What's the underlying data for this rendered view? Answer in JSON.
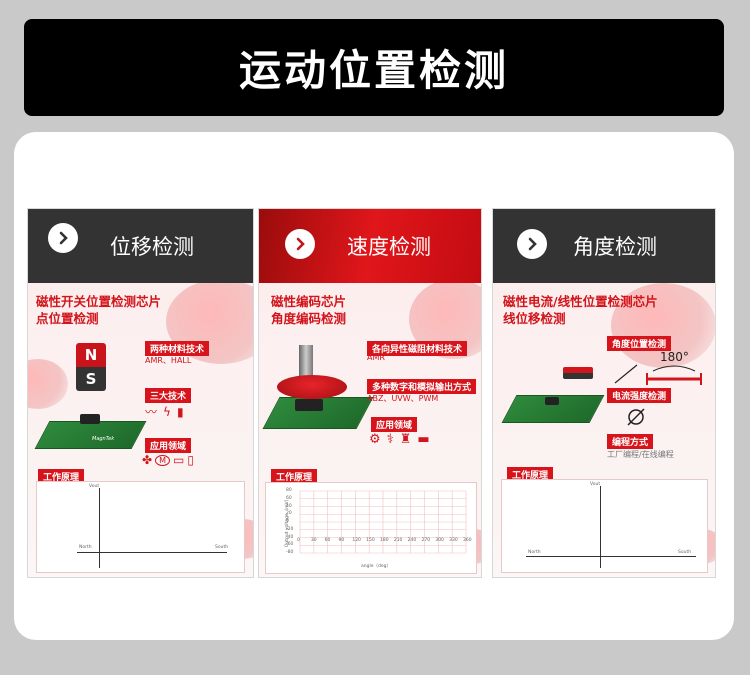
{
  "banner": {
    "title": "运动位置检测"
  },
  "cards": [
    {
      "title": "位移检测",
      "heading": "磁性开关位置检测芯片\n点位置检测",
      "tags": [
        {
          "label": "两种材料技术",
          "sub": "AMR、HALL"
        },
        {
          "label": "三大技术",
          "sub": ""
        },
        {
          "label": "应用领域",
          "sub": ""
        }
      ],
      "principle": "工作原理",
      "magnet_n": "N",
      "magnet_s": "S",
      "pcb_label": "MagnTek",
      "axis_top": "Vout",
      "axis_left": "North",
      "axis_right": "South"
    },
    {
      "title": "速度检测",
      "heading": "磁性编码芯片\n角度编码检测",
      "tags": [
        {
          "label": "各向异性磁阻材料技术",
          "sub": "AMR"
        },
        {
          "label": "多种数字和模拟输出方式",
          "sub": "ABZ、UVW、PWM"
        },
        {
          "label": "应用领域",
          "sub": ""
        }
      ],
      "principle": "工作原理",
      "chart": {
        "x_ticks": [
          "0",
          "30",
          "60",
          "90",
          "120",
          "150",
          "180",
          "210",
          "240",
          "270",
          "300",
          "330",
          "360"
        ],
        "y_ticks": [
          "80",
          "60",
          "40",
          "20",
          "0",
          "-20",
          "-40",
          "-60",
          "-80"
        ],
        "xlabel": "angle（deg）",
        "ylabel": "Output voltage（mV）"
      }
    },
    {
      "title": "角度检测",
      "heading": "磁性电流/线性位置检测芯片\n线位移检测",
      "tags": [
        {
          "label": "角度位置检测",
          "sub": ""
        },
        {
          "label": "电流强度检测",
          "sub": ""
        },
        {
          "label": "编程方式",
          "sub": "工厂编程/在线编程"
        }
      ],
      "principle": "工作原理",
      "angle_value": "180°",
      "axis_top": "Vout",
      "axis_left": "North",
      "axis_right": "South"
    }
  ]
}
